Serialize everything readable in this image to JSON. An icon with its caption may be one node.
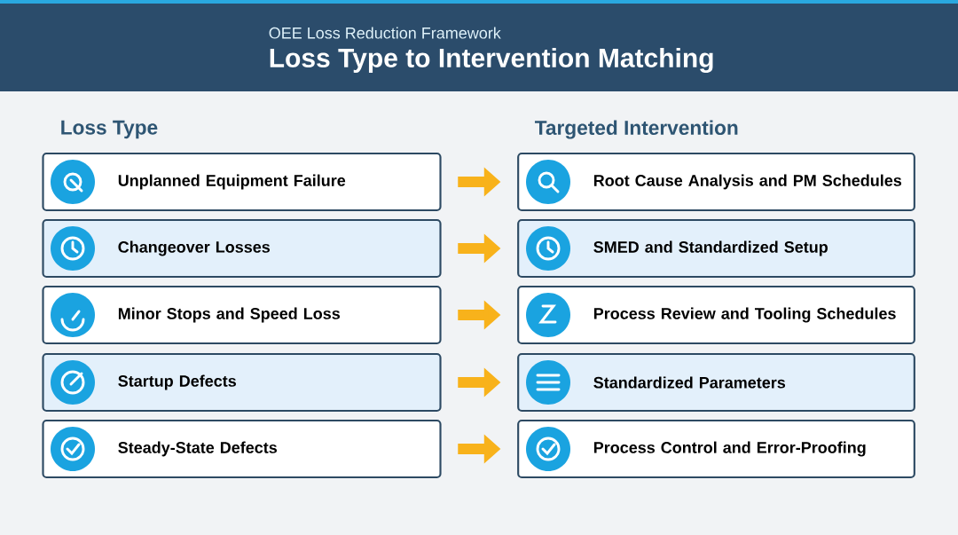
{
  "diagram": {
    "title": "Loss Type to Intervention Matching",
    "nodes": [
      {
        "text": [
          "Unplanned Equipment Failure"
        ]
      },
      {
        "text": [
          "Changeover Losses"
        ]
      },
      {
        "text": [
          "Minor Stops and Speed Loss"
        ]
      },
      {
        "text": [
          "Startup Defects"
        ]
      },
      {
        "text": [
          "Steady-State Defects"
        ]
      },
      {
        "text": [
          "Root Cause Analysis and PM Schedules"
        ]
      },
      {
        "text": [
          "SMED and Standardized Setup"
        ]
      },
      {
        "text": [
          "Process Review and Tooling Schedules"
        ]
      },
      {
        "text": [
          "Standardized Parameters"
        ]
      },
      {
        "text": [
          "Process Control and Error-Proofing"
        ]
      }
    ],
    "edges": [
      {
        "from": 0,
        "to": 5,
        "arrow": "to"
      },
      {
        "from": 1,
        "to": 6,
        "arrow": "to"
      },
      {
        "from": 2,
        "to": 7,
        "arrow": "to"
      },
      {
        "from": 3,
        "to": 8,
        "arrow": "to"
      },
      {
        "from": 4,
        "to": 9,
        "arrow": "to"
      }
    ],
    "labels": [
      "OEE Loss Reduction Framework",
      "Loss Type",
      "Targeted Intervention"
    ]
  }
}
